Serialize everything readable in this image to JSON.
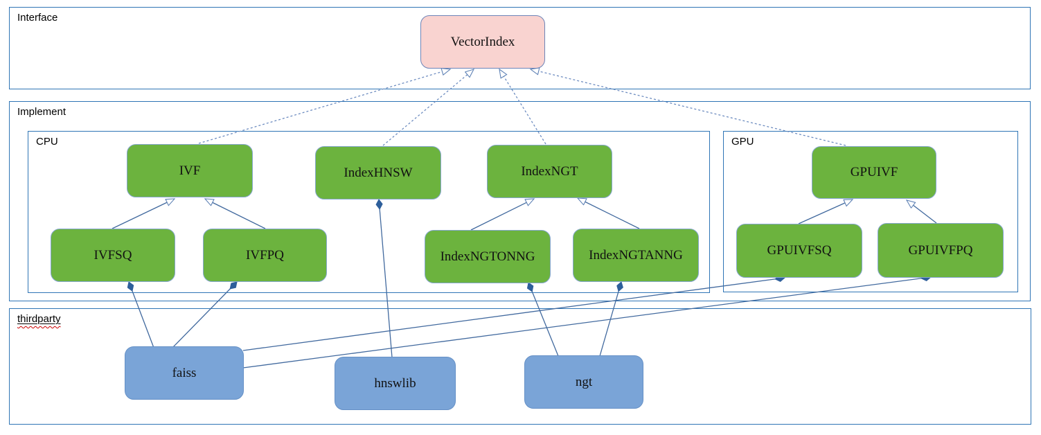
{
  "diagram": {
    "containers": {
      "interface": {
        "label": "Interface"
      },
      "implement": {
        "label": "Implement"
      },
      "cpu": {
        "label": "CPU"
      },
      "gpu": {
        "label": "GPU"
      },
      "thirdparty": {
        "label": "thirdparty"
      }
    },
    "nodes": {
      "vectorindex": {
        "label": "VectorIndex",
        "kind": "interface"
      },
      "ivf": {
        "label": "IVF",
        "kind": "class"
      },
      "indexhnsw": {
        "label": "IndexHNSW",
        "kind": "class"
      },
      "indexngt": {
        "label": "IndexNGT",
        "kind": "class"
      },
      "ivfsq": {
        "label": "IVFSQ",
        "kind": "class"
      },
      "ivfpq": {
        "label": "IVFPQ",
        "kind": "class"
      },
      "indexngtonng": {
        "label": "IndexNGTONNG",
        "kind": "class"
      },
      "indexngtanng": {
        "label": "IndexNGTANNG",
        "kind": "class"
      },
      "gpuivf": {
        "label": "GPUIVF",
        "kind": "class"
      },
      "gpuivfsq": {
        "label": "GPUIVFSQ",
        "kind": "class"
      },
      "gpuivfpq": {
        "label": "GPUIVFPQ",
        "kind": "class"
      },
      "faiss": {
        "label": "faiss",
        "kind": "library"
      },
      "hnswlib": {
        "label": "hnswlib",
        "kind": "library"
      },
      "ngt": {
        "label": "ngt",
        "kind": "library"
      }
    },
    "relations": [
      {
        "from": "IVF",
        "to": "VectorIndex",
        "type": "realization"
      },
      {
        "from": "IndexHNSW",
        "to": "VectorIndex",
        "type": "realization"
      },
      {
        "from": "IndexNGT",
        "to": "VectorIndex",
        "type": "realization"
      },
      {
        "from": "GPUIVF",
        "to": "VectorIndex",
        "type": "realization"
      },
      {
        "from": "IVFSQ",
        "to": "IVF",
        "type": "generalization"
      },
      {
        "from": "IVFPQ",
        "to": "IVF",
        "type": "generalization"
      },
      {
        "from": "IndexNGTONNG",
        "to": "IndexNGT",
        "type": "generalization"
      },
      {
        "from": "IndexNGTANNG",
        "to": "IndexNGT",
        "type": "generalization"
      },
      {
        "from": "GPUIVFSQ",
        "to": "GPUIVF",
        "type": "generalization"
      },
      {
        "from": "GPUIVFPQ",
        "to": "GPUIVF",
        "type": "generalization"
      },
      {
        "from": "faiss",
        "to": "IVFSQ",
        "type": "composition"
      },
      {
        "from": "faiss",
        "to": "IVFPQ",
        "type": "composition"
      },
      {
        "from": "faiss",
        "to": "GPUIVFSQ",
        "type": "composition"
      },
      {
        "from": "faiss",
        "to": "GPUIVFPQ",
        "type": "composition"
      },
      {
        "from": "hnswlib",
        "to": "IndexHNSW",
        "type": "composition"
      },
      {
        "from": "ngt",
        "to": "IndexNGTONNG",
        "type": "composition"
      },
      {
        "from": "ngt",
        "to": "IndexNGTANNG",
        "type": "composition"
      }
    ],
    "colors": {
      "container_border": "#2e74b5",
      "node_green": "#6cb33e",
      "node_pink": "#f9d3d0",
      "node_blue": "#7aa4d7",
      "edge_solid": "#41699e",
      "edge_dashed": "#6d8cc0",
      "diamond_fill": "#2e5f9b",
      "spellcheck_squiggle": "#cc0000"
    }
  }
}
